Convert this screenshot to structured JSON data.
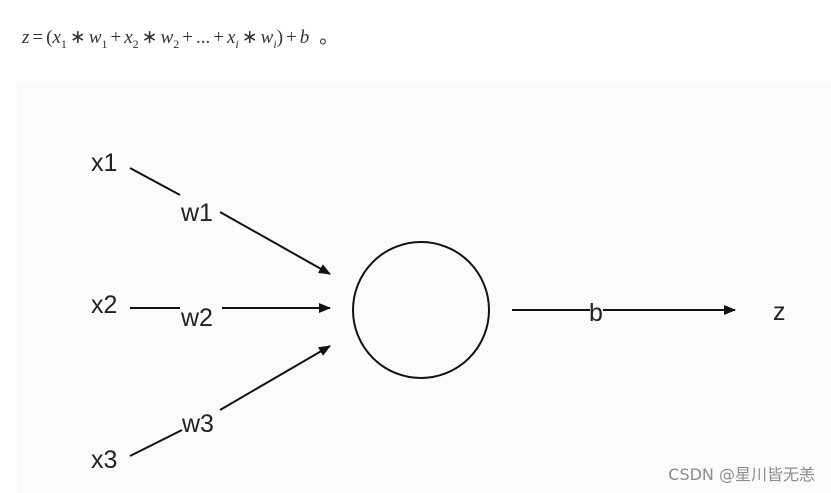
{
  "formula": {
    "z": "z",
    "eq": "=",
    "open": "(",
    "x1": "x",
    "x1_sub": "1",
    "times1": "∗",
    "w1": "w",
    "w1_sub": "1",
    "plus1": "+",
    "x2": "x",
    "x2_sub": "2",
    "times2": "∗",
    "w2": "w",
    "w2_sub": "2",
    "plus2": "+",
    "ellipsis": "...",
    "plus3": "+",
    "xi": "x",
    "xi_sub": "i",
    "times3": "∗",
    "wi": "w",
    "wi_sub": "i",
    "close": ")",
    "plus4": "+",
    "b": "b",
    "end": "。"
  },
  "diagram": {
    "inputs": [
      "x1",
      "x2",
      "x3"
    ],
    "weights": [
      "w1",
      "w2",
      "w3"
    ],
    "bias": "b",
    "output": "z"
  },
  "watermark": "CSDN @星川皆无恙"
}
